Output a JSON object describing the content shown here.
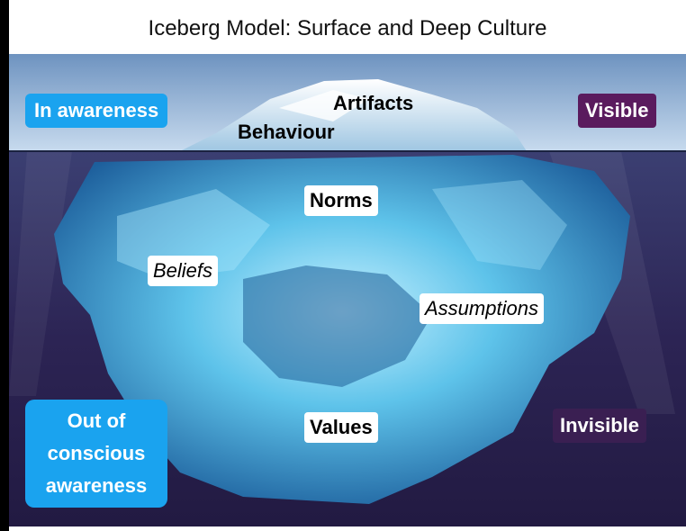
{
  "title": "Iceberg Model: Surface and Deep Culture",
  "labels": {
    "in_awareness": "In awareness",
    "visible": "Visible",
    "artifacts": "Artifacts",
    "behaviour": "Behaviour",
    "norms": "Norms",
    "beliefs": "Beliefs",
    "assumptions": "Assumptions",
    "values": "Values",
    "out_of_awareness_line1": "Out of",
    "out_of_awareness_line2": "conscious",
    "out_of_awareness_line3": "awareness",
    "invisible": "Invisible"
  },
  "colors": {
    "sky": "#a9c3df",
    "water": "#2e2555",
    "ice": "#4fb4e0",
    "blue_tag": "#1aa3ef",
    "purple_tag": "#5a1b5e"
  }
}
